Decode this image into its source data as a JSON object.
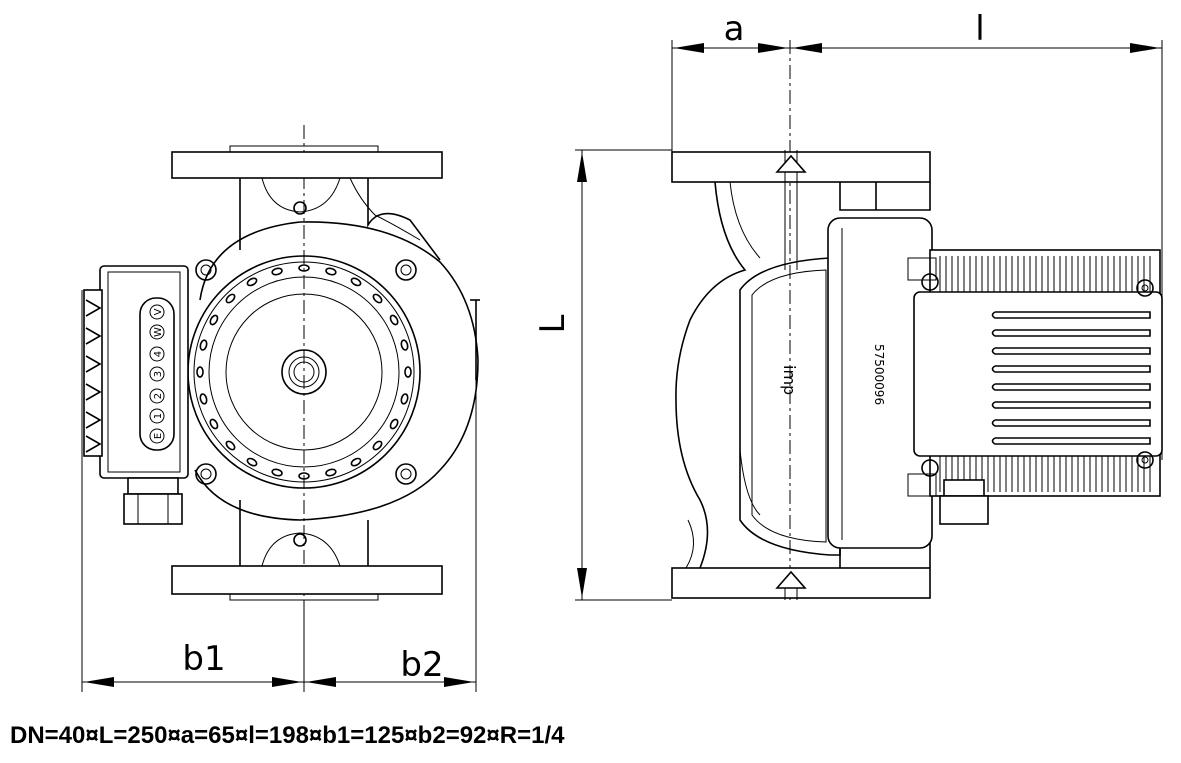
{
  "front_view": {
    "dim_b1": "b1",
    "dim_b2": "b2",
    "terminals": [
      "E",
      "1",
      "2",
      "3",
      "4",
      "W",
      "V"
    ]
  },
  "side_view": {
    "dim_a": "a",
    "dim_l": "l",
    "dim_L": "L",
    "brand": "imp",
    "serial": "57500096"
  },
  "spec_line": "DN=40¤L=250¤a=65¤l=198¤b1=125¤b2=92¤R=1/4"
}
